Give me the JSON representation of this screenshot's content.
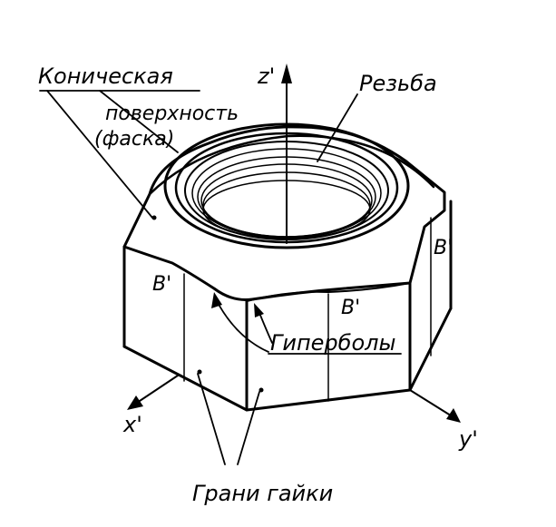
{
  "labels": {
    "conical_surface_line1": "Коническая",
    "conical_surface_line2": "поверхность",
    "conical_surface_line3": "(фаска)",
    "thread": "Резьба",
    "hyperbolas": "Гиперболы",
    "nut_faces": "Грани гайки",
    "face_letter_left": "B'",
    "face_letter_front": "B'",
    "face_letter_right": "B'"
  },
  "axes": {
    "z": "z'",
    "x": "x'",
    "y": "y'"
  },
  "style": {
    "ink": "#000000",
    "paper": "#ffffff"
  }
}
